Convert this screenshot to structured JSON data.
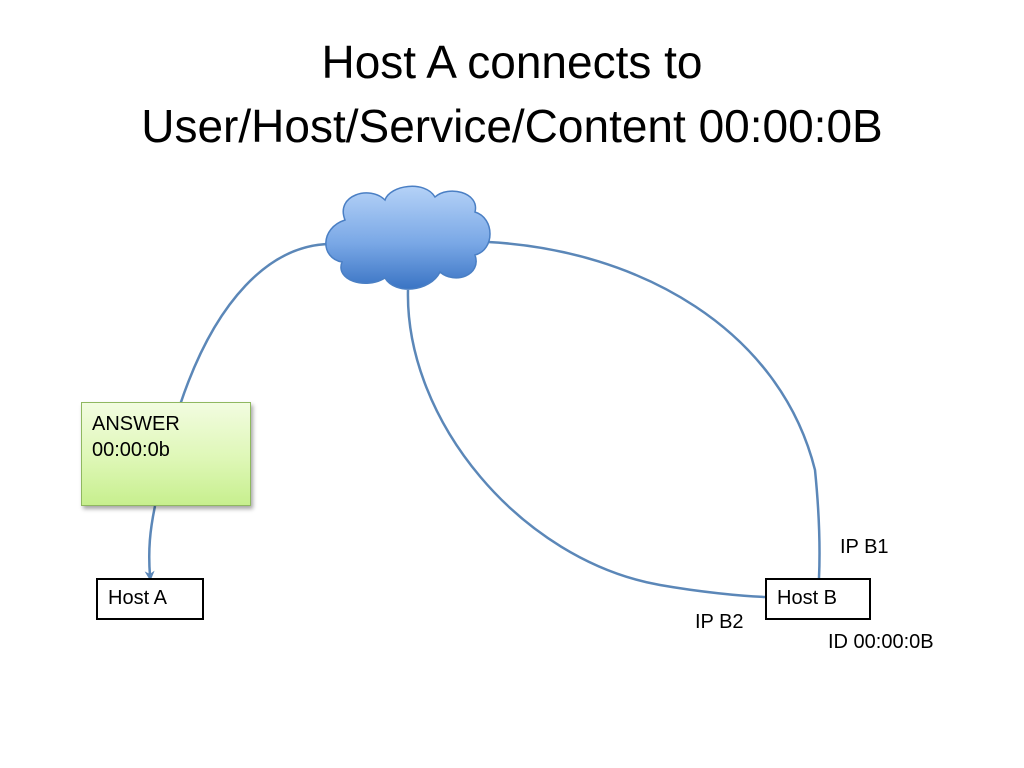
{
  "title": {
    "line1": "Host A connects to",
    "line2": "User/Host/Service/Content 00:00:0B"
  },
  "nodes": {
    "host_a": "Host A",
    "host_b": "Host B",
    "cloud_icon": "cloud-icon"
  },
  "answer": {
    "line1": "ANSWER",
    "line2": "00:00:0b"
  },
  "labels": {
    "ip_b1": "IP B1",
    "ip_b2": "IP B2",
    "id_b": "ID 00:00:0B"
  },
  "colors": {
    "link": "#5b87b8",
    "cloud_top": "#a9c9f2",
    "cloud_bottom": "#3e79c8",
    "answer_fill": "#d9f5a8",
    "answer_border": "#8fb860"
  }
}
